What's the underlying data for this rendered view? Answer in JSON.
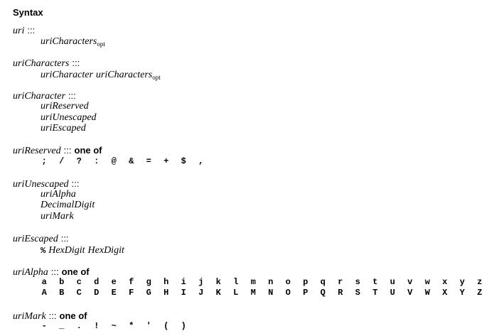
{
  "heading": "Syntax",
  "sep": ":::",
  "one_of": "one of",
  "opt": "opt",
  "uri": {
    "lhs": "uri",
    "rhs": "uriCharacters"
  },
  "uriCharacters": {
    "lhs": "uriCharacters",
    "rhs1": "uriCharacter",
    "rhs2": "uriCharacters"
  },
  "uriCharacter": {
    "lhs": "uriCharacter",
    "alts": [
      "uriReserved",
      "uriUnescaped",
      "uriEscaped"
    ]
  },
  "uriReserved": {
    "lhs": "uriReserved",
    "chars": [
      ";",
      "/",
      "?",
      ":",
      "@",
      "&",
      "=",
      "+",
      "$",
      ","
    ]
  },
  "uriUnescaped": {
    "lhs": "uriUnescaped",
    "alts": [
      "uriAlpha",
      "DecimalDigit",
      "uriMark"
    ]
  },
  "uriEscaped": {
    "lhs": "uriEscaped",
    "percent": "%",
    "hex1": "HexDigit",
    "hex2": "HexDigit"
  },
  "uriAlpha": {
    "lhs": "uriAlpha",
    "lower": [
      "a",
      "b",
      "c",
      "d",
      "e",
      "f",
      "g",
      "h",
      "i",
      "j",
      "k",
      "l",
      "m",
      "n",
      "o",
      "p",
      "q",
      "r",
      "s",
      "t",
      "u",
      "v",
      "w",
      "x",
      "y",
      "z"
    ],
    "upper": [
      "A",
      "B",
      "C",
      "D",
      "E",
      "F",
      "G",
      "H",
      "I",
      "J",
      "K",
      "L",
      "M",
      "N",
      "O",
      "P",
      "Q",
      "R",
      "S",
      "T",
      "U",
      "V",
      "W",
      "X",
      "Y",
      "Z"
    ]
  },
  "uriMark": {
    "lhs": "uriMark",
    "chars": [
      "-",
      "_",
      ".",
      "!",
      "~",
      "*",
      "'",
      "(",
      ")"
    ]
  }
}
